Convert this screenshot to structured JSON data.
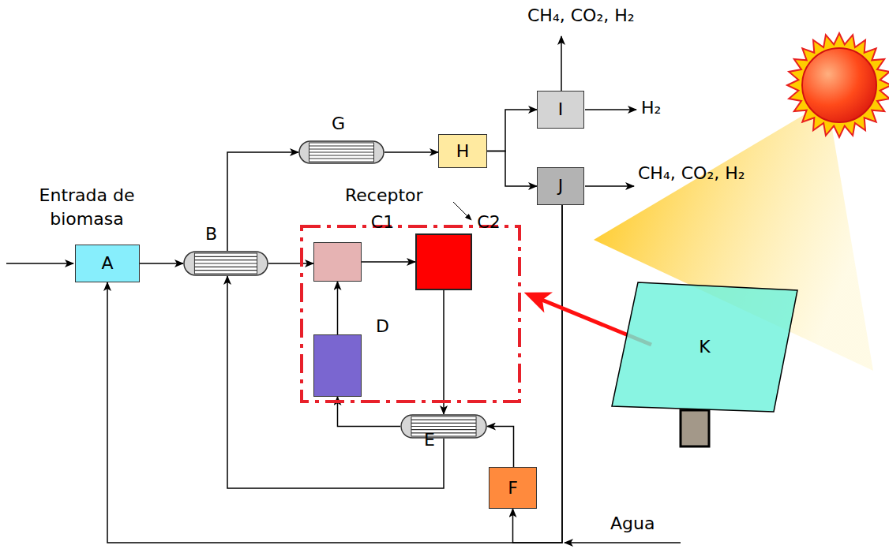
{
  "diagram": {
    "nodes": [
      {
        "text": [
          "A"
        ]
      },
      {
        "text": [
          "B"
        ]
      },
      {
        "text": [
          "G"
        ]
      },
      {
        "text": [
          "H"
        ]
      },
      {
        "text": [
          "I"
        ]
      },
      {
        "text": [
          "J"
        ]
      },
      {
        "text": [
          "Receptor"
        ]
      },
      {
        "text": [
          "C1"
        ],
        "in": 6
      },
      {
        "text": [
          "C2"
        ],
        "in": 6
      },
      {
        "text": [
          "D"
        ],
        "in": 6
      },
      {
        "text": [
          "E"
        ]
      },
      {
        "text": [
          "F"
        ]
      },
      {
        "text": [
          "K"
        ]
      }
    ],
    "edges": [
      {
        "from": 0,
        "to": 1,
        "arrow": "to"
      },
      {
        "from": 1,
        "to": 7,
        "arrow": "to"
      },
      {
        "from": 1,
        "to": 2,
        "arrow": "to"
      },
      {
        "from": 2,
        "to": 3,
        "arrow": "to"
      },
      {
        "from": 3,
        "to": 4,
        "arrow": "to"
      },
      {
        "from": 3,
        "to": 5,
        "arrow": "to"
      },
      {
        "from": 7,
        "to": 8,
        "arrow": "to"
      },
      {
        "from": 8,
        "to": 10,
        "arrow": "to"
      },
      {
        "from": 9,
        "to": 7,
        "arrow": "to"
      },
      {
        "from": 10,
        "to": 9,
        "arrow": "to"
      },
      {
        "from": 10,
        "to": 1,
        "arrow": "to"
      },
      {
        "from": 11,
        "to": 10,
        "arrow": "to"
      },
      {
        "from": 5,
        "to": 0,
        "arrow": "to"
      },
      {
        "from": 5,
        "to": 11,
        "arrow": "to"
      },
      {
        "from": 12,
        "to": 6,
        "arrow": "to"
      }
    ],
    "labels": [
      "Entrada de biomasa",
      "CH₄, CO₂, H₂",
      "H₂",
      "CH₄, CO₂, H₂",
      "Agua"
    ]
  }
}
